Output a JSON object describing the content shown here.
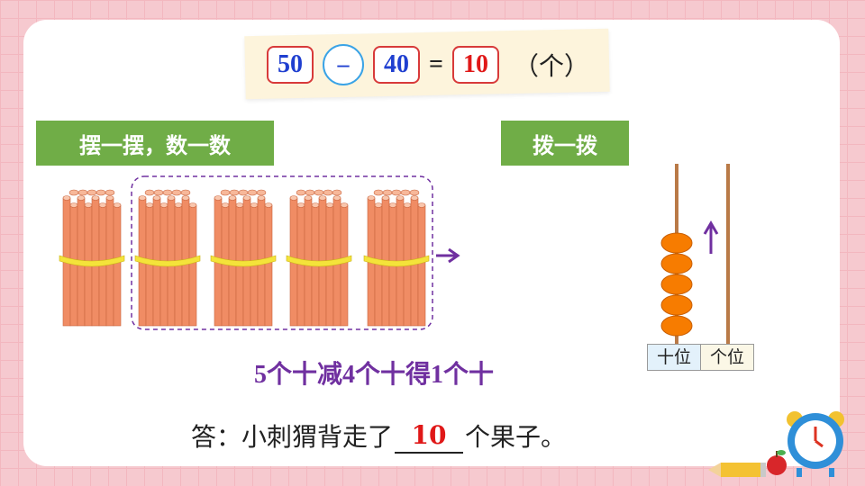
{
  "equation": {
    "minuend": "50",
    "operator": "–",
    "subtrahend": "40",
    "equals": "=",
    "result": "10",
    "unit": "（个）"
  },
  "labels": {
    "arrange_count": "摆一摆，数一数",
    "abacus_move": "拨一拨"
  },
  "bundles": {
    "count": 5,
    "grouped": 4
  },
  "sentence_parts": [
    "5",
    "个十减",
    "4",
    "个十得",
    "1",
    "个十"
  ],
  "abacus": {
    "tens_label": "十位",
    "ones_label": "个位",
    "tens_beads": 5,
    "ones_beads": 0
  },
  "answer": {
    "prefix": "答：小刺猬背走了",
    "value": "10",
    "suffix": "个果子。"
  },
  "colors": {
    "green": "#70ad47",
    "purple": "#7030a0",
    "red": "#e01818",
    "blue": "#1f3fd0",
    "stick": "#f08c64",
    "bead": "#f77c00"
  }
}
